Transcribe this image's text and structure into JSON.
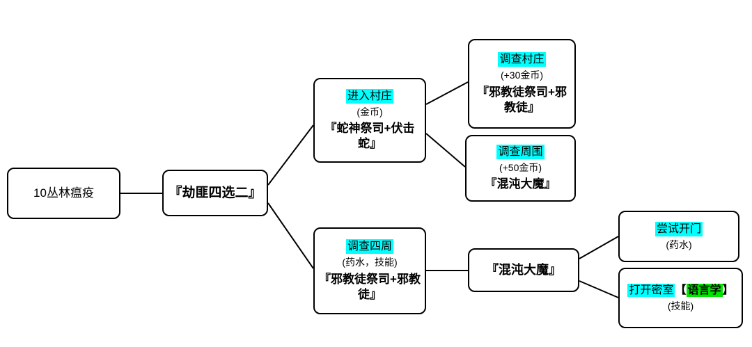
{
  "colors": {
    "highlight_cyan": "#00ffff",
    "highlight_green": "#00e500",
    "border": "#000000",
    "background": "#ffffff"
  },
  "nodes": {
    "root": {
      "label": "10丛林瘟疫"
    },
    "choice": {
      "label": "『劫匪四选二』"
    },
    "enter_village": {
      "action": "进入村庄",
      "cost": "(金币)",
      "result": "『蛇神祭司+伏击蛇』"
    },
    "investigate_village": {
      "action": "调查村庄",
      "cost": "(+30金币)",
      "result": "『邪教徒祭司+邪教徒』"
    },
    "investigate_around": {
      "action": "调查周围",
      "cost": "(+50金币)",
      "result": "『混沌大魔』"
    },
    "search_around": {
      "action": "调查四周",
      "cost": "(药水，技能)",
      "result": "『邪教徒祭司+邪教徒』"
    },
    "chaos_demon": {
      "label": "『混沌大魔』"
    },
    "try_open_door": {
      "action": "尝试开门",
      "cost": "(药水)"
    },
    "open_secret_room": {
      "action": "打开密室",
      "bracket_open": "【",
      "skill": "语言学",
      "bracket_close": "】",
      "cost": "(技能)"
    }
  }
}
